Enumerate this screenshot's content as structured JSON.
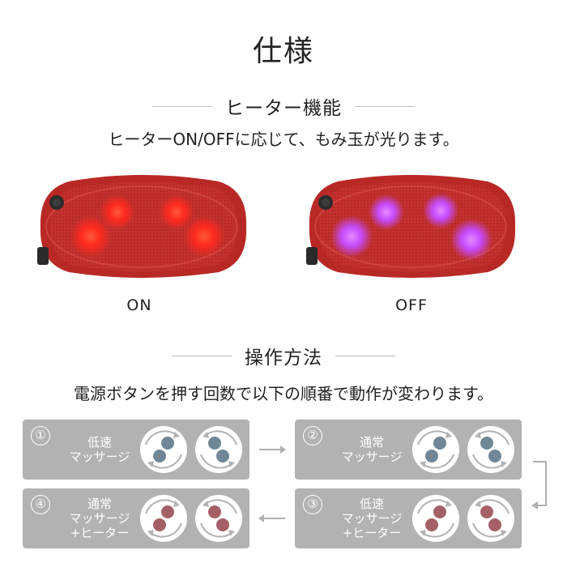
{
  "title": "仕様",
  "heater": {
    "heading": "ヒーター機能",
    "description": "ヒーターON/OFFに応じて、もみ玉が光ります。",
    "on_label": "ON",
    "off_label": "OFF"
  },
  "operation": {
    "heading": "操作方法",
    "description": "電源ボタンを押す回数で以下の順番で動作が変わります。",
    "modes": [
      {
        "number": "①",
        "lines": [
          "低速",
          "マッサージ"
        ],
        "ball_color": "#6f8796"
      },
      {
        "number": "②",
        "lines": [
          "通常",
          "マッサージ"
        ],
        "ball_color": "#6f8796"
      },
      {
        "number": "③",
        "lines": [
          "低速",
          "マッサージ",
          "+ヒーター"
        ],
        "ball_color": "#a46066"
      },
      {
        "number": "④",
        "lines": [
          "通常",
          "マッサージ",
          "+ヒーター"
        ],
        "ball_color": "#a46066"
      }
    ]
  },
  "colors": {
    "pillow_body": "#c8312f",
    "glow_on": "#ff2a1e",
    "glow_off": "#d64cff",
    "mode_box": "#b2b2b2",
    "arrow": "#b0b0b0"
  }
}
